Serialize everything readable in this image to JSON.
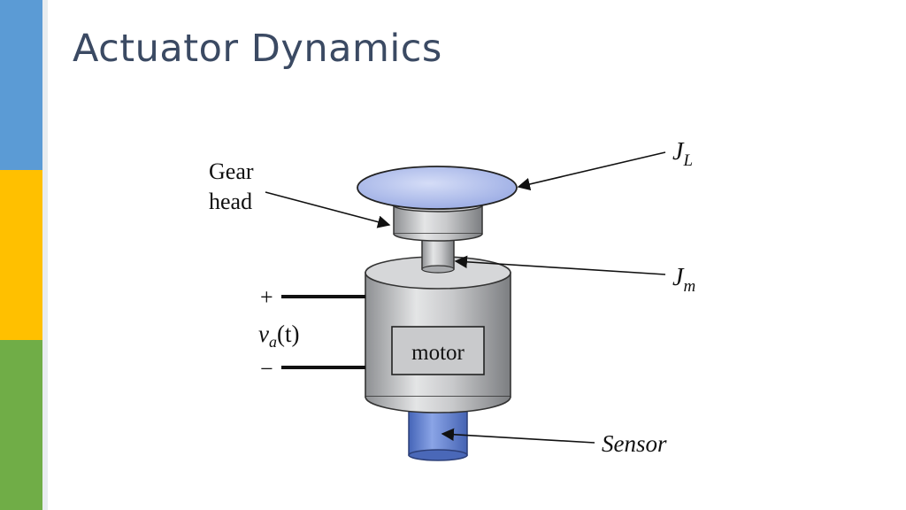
{
  "slide": {
    "title": "Actuator Dynamics"
  },
  "colors": {
    "accent_blue": "#5b9bd5",
    "accent_yellow": "#ffc000",
    "accent_green": "#70ad47",
    "title_text": "#3b4a63",
    "load_disc": "#a9b8ea",
    "sensor": "#5f7fd0"
  },
  "diagram": {
    "gear_head_label_line1": "Gear",
    "gear_head_label_line2": "head",
    "load_inertia_symbol": "J",
    "load_inertia_subscript": "L",
    "motor_inertia_symbol": "J",
    "motor_inertia_subscript": "m",
    "plus_sign": "+",
    "minus_sign": "−",
    "voltage_symbol": "v",
    "voltage_subscript": "a",
    "voltage_argument": "(t)",
    "motor_label": "motor",
    "sensor_label": "Sensor"
  }
}
